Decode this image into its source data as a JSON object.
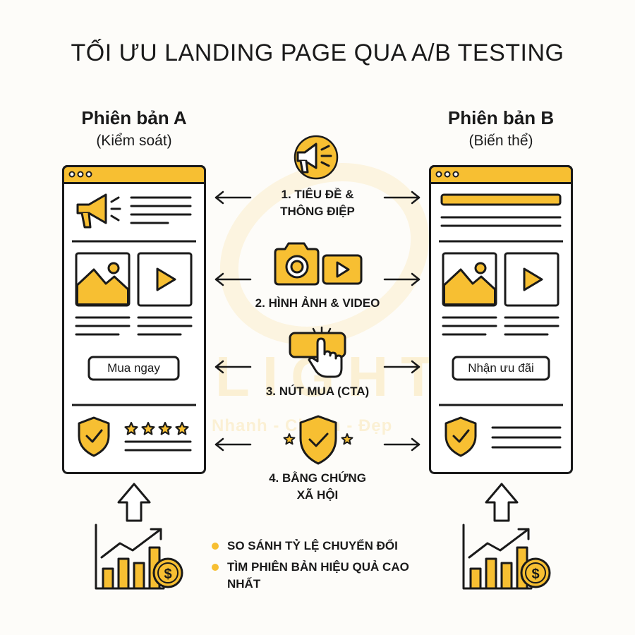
{
  "title": "TỐI ƯU LANDING PAGE QUA A/B TESTING",
  "version_a": {
    "title": "Phiên bản A",
    "subtitle": "(Kiểm soát)",
    "cta_label": "Mua ngay"
  },
  "version_b": {
    "title": "Phiên bản B",
    "subtitle": "(Biến thể)",
    "cta_label": "Nhận ưu đãi"
  },
  "steps": [
    {
      "lines": [
        "1. TIÊU ĐỀ &",
        "THÔNG ĐIỆP"
      ],
      "icon": "megaphone-icon"
    },
    {
      "lines": [
        "2. HÌNH ẢNH & VIDEO"
      ],
      "icon": "camera-video-icon"
    },
    {
      "lines": [
        "3. NÚT MUA (CTA)"
      ],
      "icon": "click-button-icon"
    },
    {
      "lines": [
        "4. BẰNG CHỨNG",
        "XÃ HỘI"
      ],
      "icon": "shield-stars-icon"
    }
  ],
  "bullets": [
    "SO SÁNH TỶ LỆ CHUYỂN ĐỔI",
    "TÌM PHIÊN BẢN HIỆU QUẢ CAO NHẤT"
  ],
  "watermark": {
    "brand": "LIGHT",
    "slogan": "Nhanh - Chuẩn - Đẹp"
  },
  "colors": {
    "accent": "#f7bf32",
    "ink": "#1a1a1a",
    "background": "#fdfcf9"
  }
}
